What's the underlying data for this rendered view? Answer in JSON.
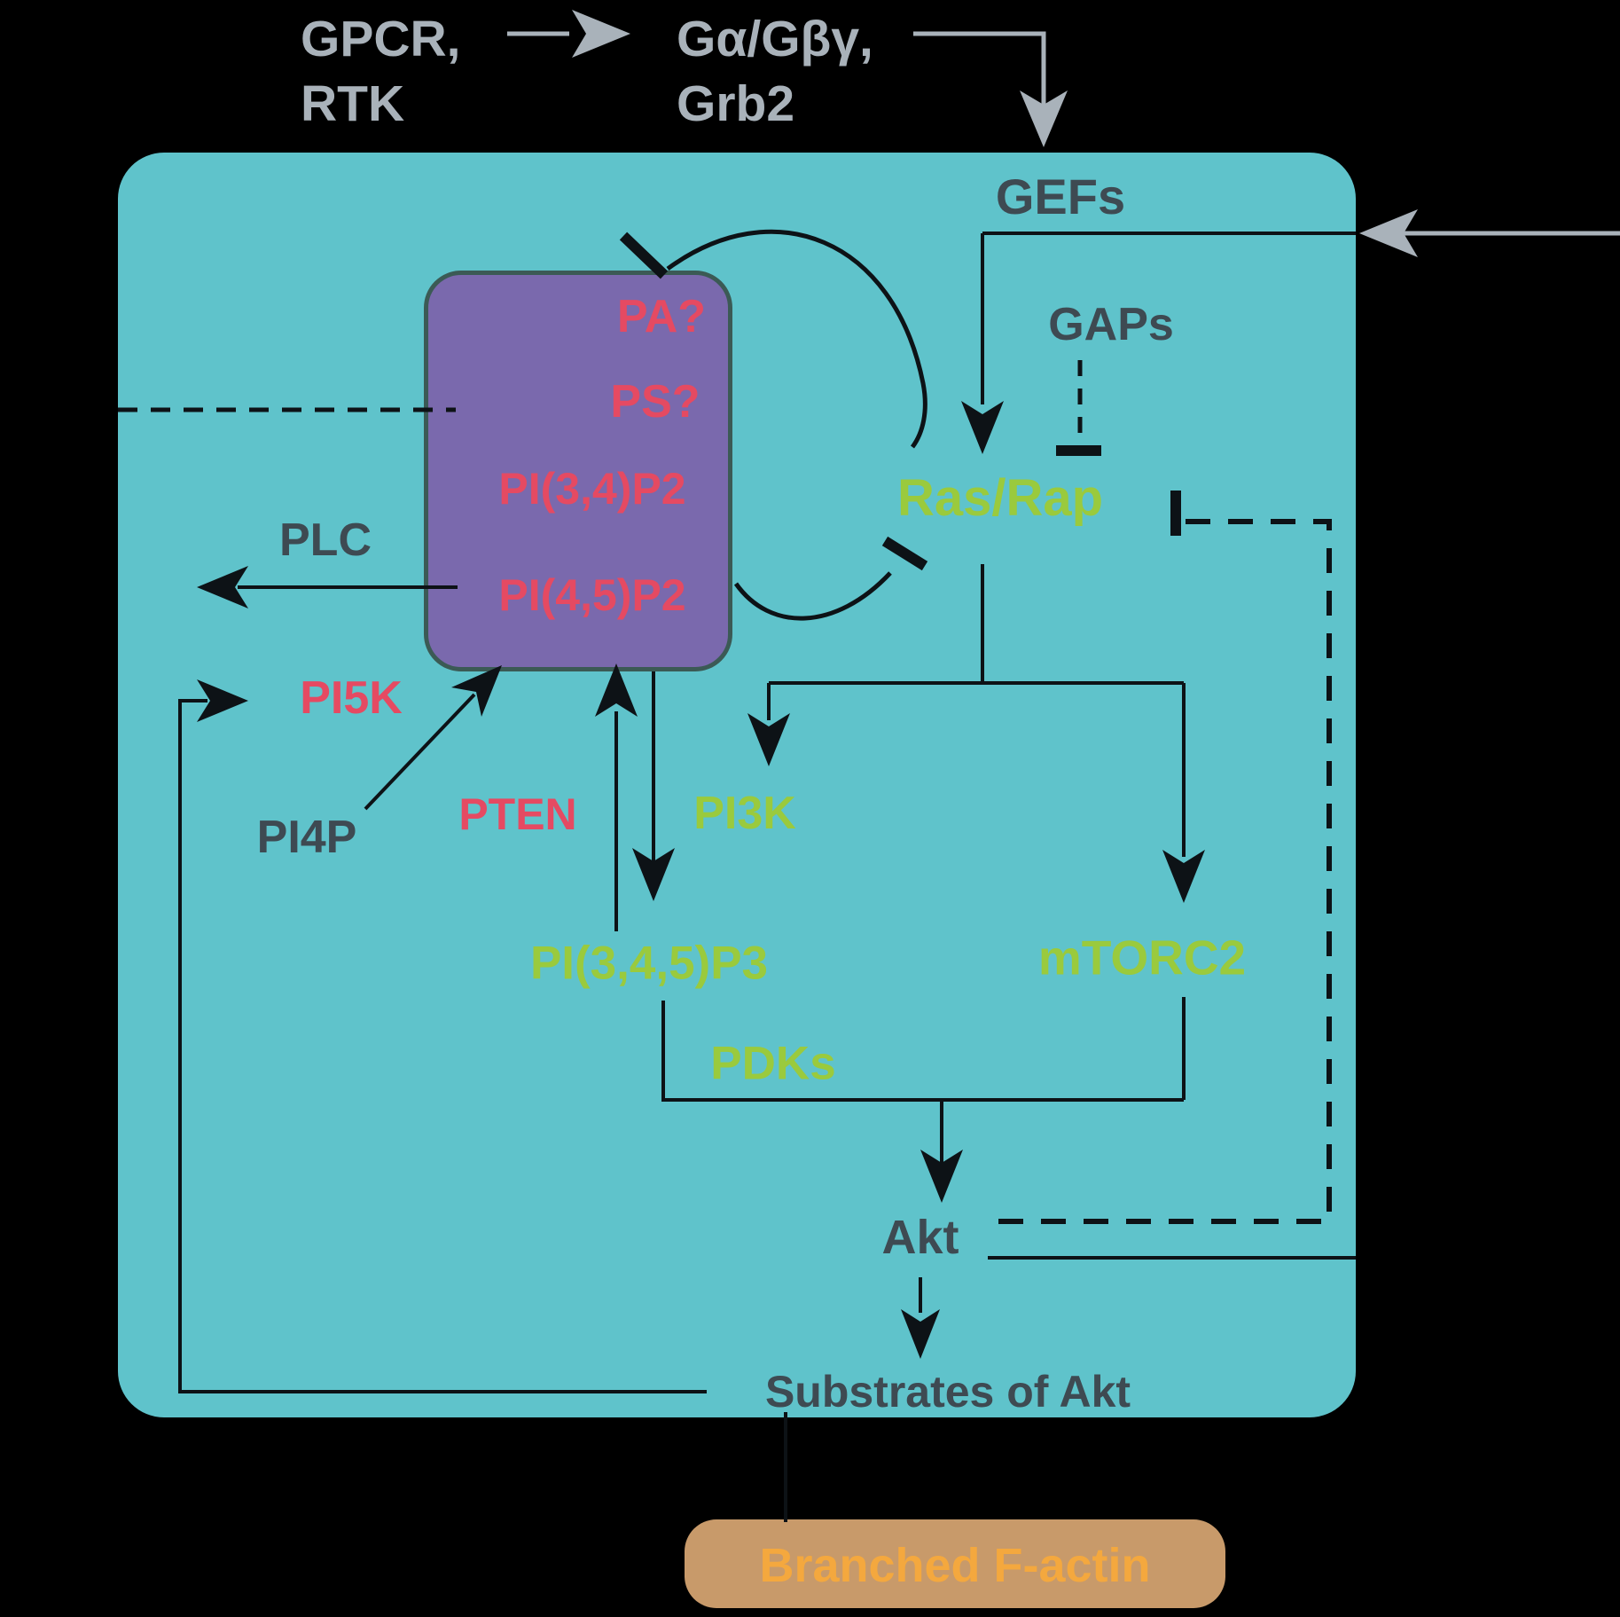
{
  "figure": {
    "type": "signaling-pathway-diagram",
    "colors": {
      "background": "#000000",
      "membrane_fill": "#5fc3cb",
      "lipid_pool_fill": "#7a69ad",
      "lipid_pool_border": "#3b5a55",
      "factin_box_fill": "#c89a6a",
      "factin_text": "#f4a83e",
      "dark_text": "#3e4a52",
      "gray_text_arrows": "#a9b2ba",
      "red_text": "#e54a62",
      "green_text": "#9aca3d",
      "line_color": "#0d1216"
    }
  },
  "external": {
    "receptors": "GPCR,\nRTK",
    "gproteins": "Gα/Gβγ,\nGrb2"
  },
  "membrane": {
    "gefs": "GEFs",
    "gaps": "GAPs",
    "ras_rap": "Ras/Rap",
    "plc": "PLC",
    "pi5k": "PI5K",
    "pi4p": "PI4P",
    "pten": "PTEN",
    "pi3k": "PI3K",
    "pip3": "PI(3,4,5)P3",
    "pdks": "PDKs",
    "mtorc2": "mTORC2",
    "akt": "Akt",
    "substrates": "Substrates of Akt",
    "lipid_pool": {
      "pa": "PA?",
      "ps": "PS?",
      "pi34p2": "PI(3,4)P2",
      "pi45p2": "PI(4,5)P2"
    }
  },
  "output": {
    "branched_factin": "Branched F-actin"
  }
}
